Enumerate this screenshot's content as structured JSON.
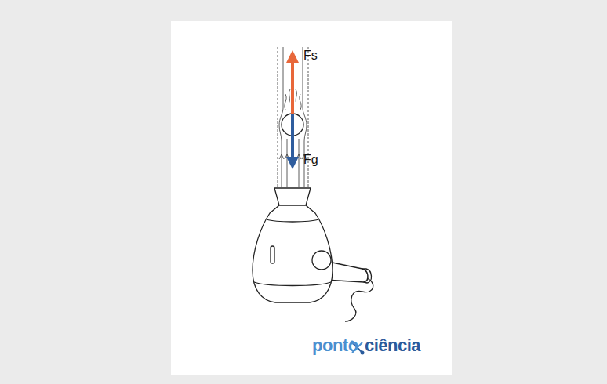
{
  "diagram": {
    "labels": [
      "Fs",
      "Fg",
      "ponto",
      "ciência"
    ]
  }
}
